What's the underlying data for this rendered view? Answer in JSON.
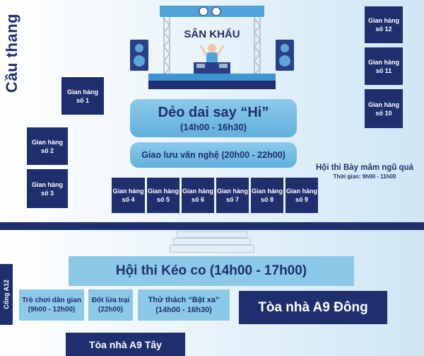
{
  "stairs": "Cầu thang",
  "stage": {
    "title": "SÂN KHẤU"
  },
  "events": {
    "deo_dai_title": "Dẻo dai say “Hi”",
    "deo_dai_time": "(14h00 - 16h30)",
    "giao_luu": "Giao lưu văn nghệ (20h00 - 22h00)",
    "mam_ngu_qua_title": "Hội thi Bày mâm ngũ quả",
    "mam_ngu_qua_time": "Thời gian: 9h00 - 11h00",
    "keo_co": "Hội thi Kéo co (14h00 - 17h00)",
    "tro_choi_title": "Trò chơi dân gian",
    "tro_choi_time": "(9h00 - 12h00)",
    "dot_lua_title": "Đốt lửa trại",
    "dot_lua_time": "(22h00)",
    "bat_xa_title": "Thử thách “Bật xa”",
    "bat_xa_time": "(14h00 - 16h30)"
  },
  "booths": [
    {
      "l1": "Gian hàng",
      "l2": "số 1"
    },
    {
      "l1": "Gian hàng",
      "l2": "số 2"
    },
    {
      "l1": "Gian hàng",
      "l2": "số 3"
    },
    {
      "l1": "Gian hàng",
      "l2": "số 4"
    },
    {
      "l1": "Gian hàng",
      "l2": "số 5"
    },
    {
      "l1": "Gian hàng",
      "l2": "số 6"
    },
    {
      "l1": "Gian hàng",
      "l2": "số 7"
    },
    {
      "l1": "Gian hàng",
      "l2": "số 8"
    },
    {
      "l1": "Gian hàng",
      "l2": "số 9"
    },
    {
      "l1": "Gian hàng",
      "l2": "số 10"
    },
    {
      "l1": "Gian hàng",
      "l2": "số 11"
    },
    {
      "l1": "Gian hàng",
      "l2": "số 12"
    }
  ],
  "buildings": {
    "a9_dong": "Tòa nhà A9 Đông",
    "a9_tay": "Tòa nhà A9 Tây",
    "gate": "Cổng A12"
  },
  "colors": {
    "navy": "#1f2f6e",
    "light_blue": "#8cc8e8",
    "pill_blue": "#6cb6e0"
  }
}
